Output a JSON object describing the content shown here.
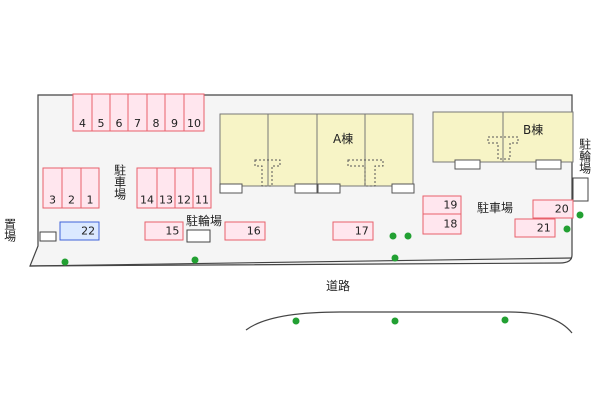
{
  "labels": {
    "building_a": "A棟",
    "building_b": "B棟",
    "parking_left": "駐車場",
    "parking_right": "駐車場",
    "bike_center": "駐輪場",
    "bike_right": "駐輪場",
    "dumping": "置場",
    "road": "道路"
  },
  "parking_spaces": [
    "1",
    "2",
    "3",
    "4",
    "5",
    "6",
    "7",
    "8",
    "9",
    "10",
    "11",
    "12",
    "13",
    "14",
    "15",
    "16",
    "17",
    "18",
    "19",
    "20",
    "21",
    "22"
  ],
  "colors": {
    "slot_border": "#e8606b",
    "slot_fill": "#ffe6ee",
    "building_fill": "#f7f4c6",
    "building_border": "#777777",
    "tree": "#22a032",
    "special_slot_border": "#3f63d9",
    "special_slot_fill": "#dbe9ff"
  }
}
